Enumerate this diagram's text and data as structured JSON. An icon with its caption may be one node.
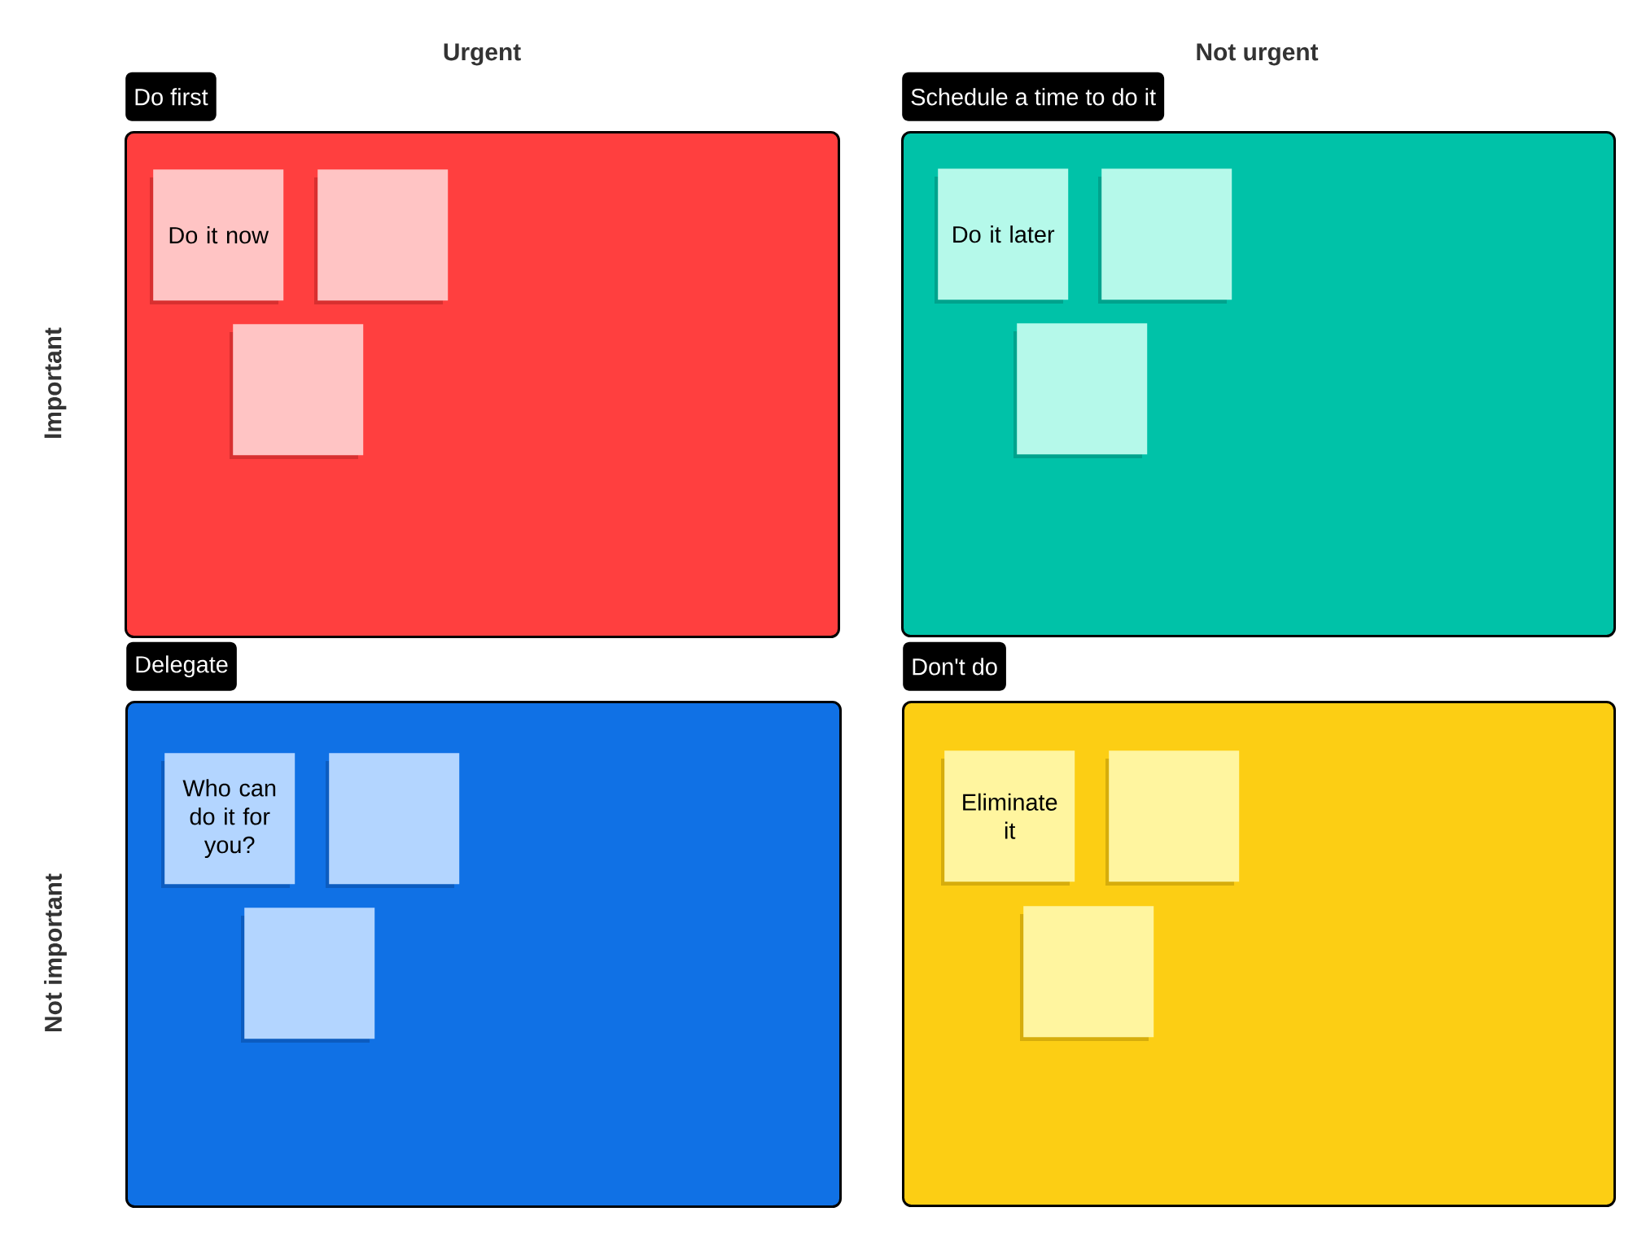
{
  "diagram": {
    "nodes": [
      {
        "text": [
          "Do first"
        ]
      },
      {
        "text": [
          "Do it now"
        ],
        "in": 0
      },
      {
        "text": [],
        "shape": "box",
        "in": 0
      },
      {
        "text": [],
        "shape": "box",
        "in": 0
      },
      {
        "text": [
          "Schedule a time to do it"
        ]
      },
      {
        "text": [
          "Do it later"
        ],
        "in": 4
      },
      {
        "text": [],
        "shape": "box",
        "in": 4
      },
      {
        "text": [],
        "shape": "box",
        "in": 4
      },
      {
        "text": [
          "Delegate"
        ]
      },
      {
        "text": [
          "Who can do it for you?"
        ],
        "in": 8
      },
      {
        "text": [],
        "shape": "box",
        "in": 8
      },
      {
        "text": [],
        "shape": "box",
        "in": 8
      },
      {
        "text": [
          "Don't do"
        ]
      },
      {
        "text": [
          "Eliminate it"
        ],
        "in": 12
      },
      {
        "text": [],
        "shape": "box",
        "in": 12
      },
      {
        "text": [],
        "shape": "box",
        "in": 12
      }
    ],
    "labels": [
      "Urgent",
      "Not urgent",
      "Important",
      "Not important"
    ]
  }
}
